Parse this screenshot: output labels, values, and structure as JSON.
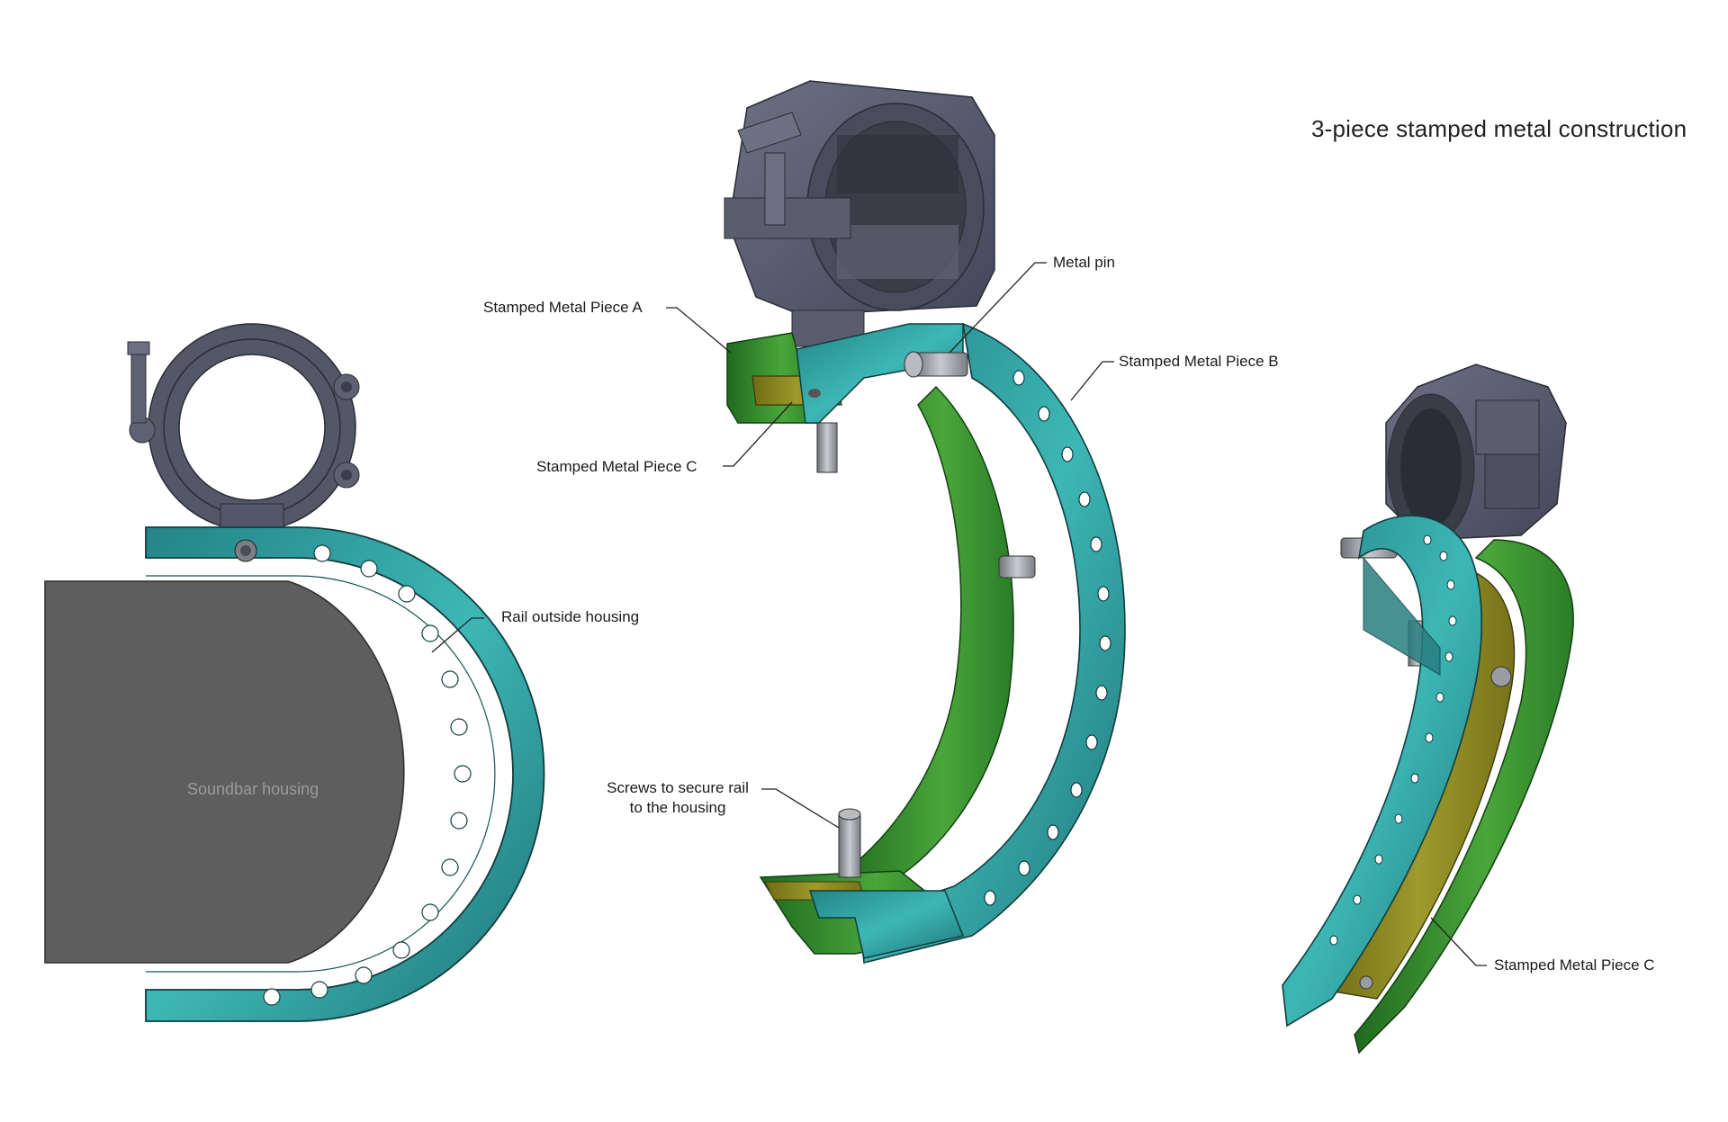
{
  "title": "3-piece stamped metal construction",
  "labels": {
    "housing": "Soundbar housing",
    "rail_outside": "Rail outside housing",
    "piece_a": "Stamped Metal Piece A",
    "piece_c_top": "Stamped Metal Piece C",
    "metal_pin": "Metal pin",
    "piece_b": "Stamped Metal Piece B",
    "screws_line1": "Screws to secure rail",
    "screws_line2": "to the housing",
    "piece_c_right": "Stamped Metal Piece C"
  },
  "colors": {
    "rail_teal": "#2e9fa0",
    "rail_dark": "#1f7274",
    "piece_green": "#2f8a2c",
    "piece_olive": "#8a8520",
    "clamp_gray": "#5d6172",
    "housing_gray": "#5e5e5e",
    "pin_gray": "#9ea1a6"
  }
}
